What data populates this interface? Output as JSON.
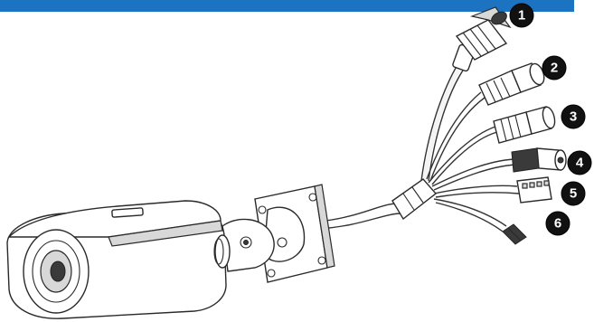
{
  "callouts": [
    {
      "label": "1"
    },
    {
      "label": "2"
    },
    {
      "label": "3"
    },
    {
      "label": "4"
    },
    {
      "label": "5"
    },
    {
      "label": "6"
    }
  ],
  "colors": {
    "header_bar": "#1b73c2",
    "line_art": "#2a2a2a",
    "badge": "#111111"
  }
}
